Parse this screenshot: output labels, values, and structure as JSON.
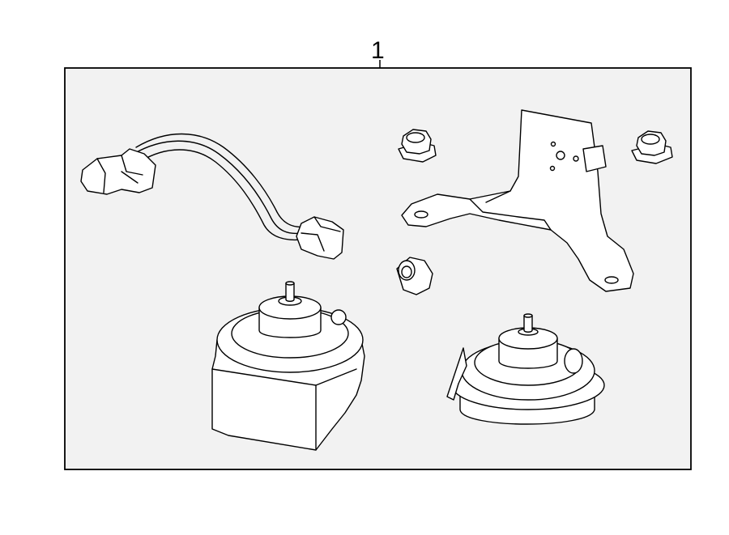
{
  "diagram": {
    "callout": {
      "label": "1"
    },
    "colors": {
      "frame_fill": "#f2f2f2",
      "line": "#000000",
      "part_fill": "#ffffff"
    },
    "parts": [
      {
        "name": "wiring-harness"
      },
      {
        "name": "mounting-bracket"
      },
      {
        "name": "flange-nut"
      },
      {
        "name": "horn-high"
      },
      {
        "name": "horn-low"
      }
    ]
  }
}
